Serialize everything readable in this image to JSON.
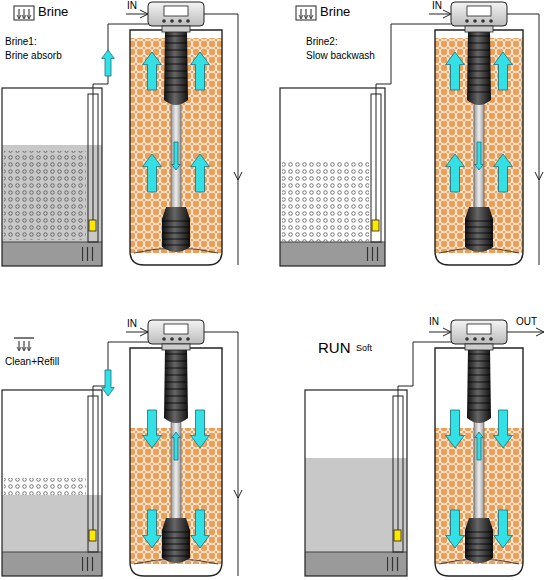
{
  "diagram": {
    "labels": [
      "Brine",
      "Brine1:",
      "Brine absorb",
      "IN",
      "Brine",
      "Brine2:",
      "Slow backwash",
      "IN",
      "Clean+Refill",
      "IN",
      "RUN",
      "Soft",
      "IN",
      "OUT"
    ]
  }
}
